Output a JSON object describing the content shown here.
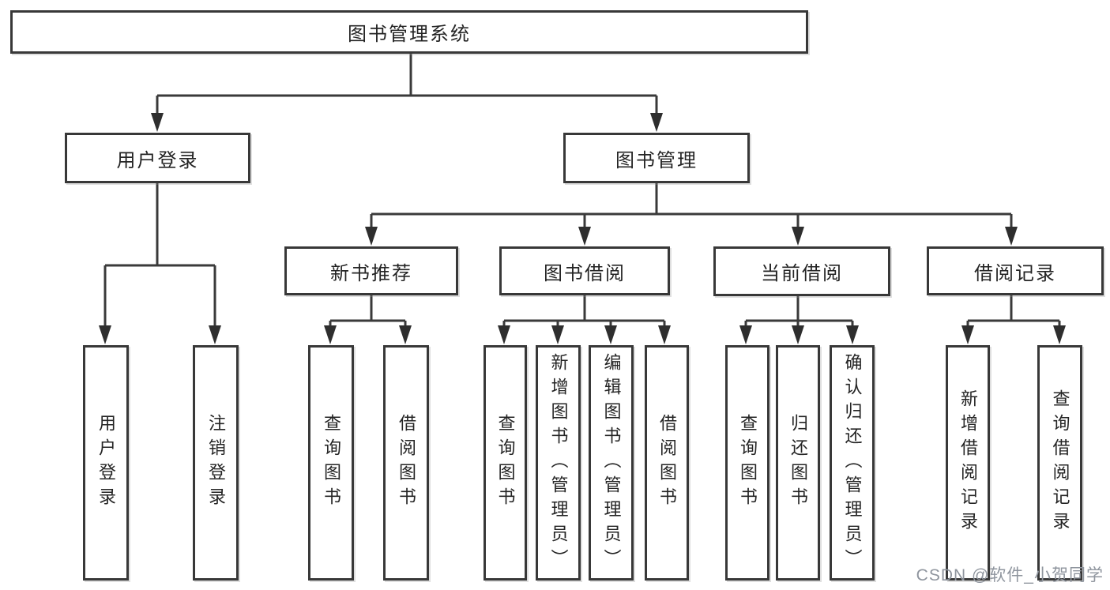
{
  "tree": {
    "label": "图书管理系统",
    "children": [
      {
        "label": "用户登录",
        "children": [
          {
            "label": "用户登录"
          },
          {
            "label": "注销登录"
          }
        ]
      },
      {
        "label": "图书管理",
        "children": [
          {
            "label": "新书推荐",
            "children": [
              {
                "label": "查询图书"
              },
              {
                "label": "借阅图书"
              }
            ]
          },
          {
            "label": "图书借阅",
            "children": [
              {
                "label": "查询图书"
              },
              {
                "label": "新增图书（管理员）"
              },
              {
                "label": "编辑图书（管理员）"
              },
              {
                "label": "借阅图书"
              }
            ]
          },
          {
            "label": "当前借阅",
            "children": [
              {
                "label": "查询图书"
              },
              {
                "label": "归还图书"
              },
              {
                "label": "确认归还（管理员）"
              }
            ]
          },
          {
            "label": "借阅记录",
            "children": [
              {
                "label": "新增借阅记录"
              },
              {
                "label": "查询借阅记录"
              }
            ]
          }
        ]
      }
    ]
  },
  "watermark": "CSDN @软件_小贺同学",
  "colors": {
    "background": "#ffffff",
    "line": "#3a3a3a",
    "border": "#383838",
    "text": "#242424",
    "watermark": "#8f959e"
  }
}
